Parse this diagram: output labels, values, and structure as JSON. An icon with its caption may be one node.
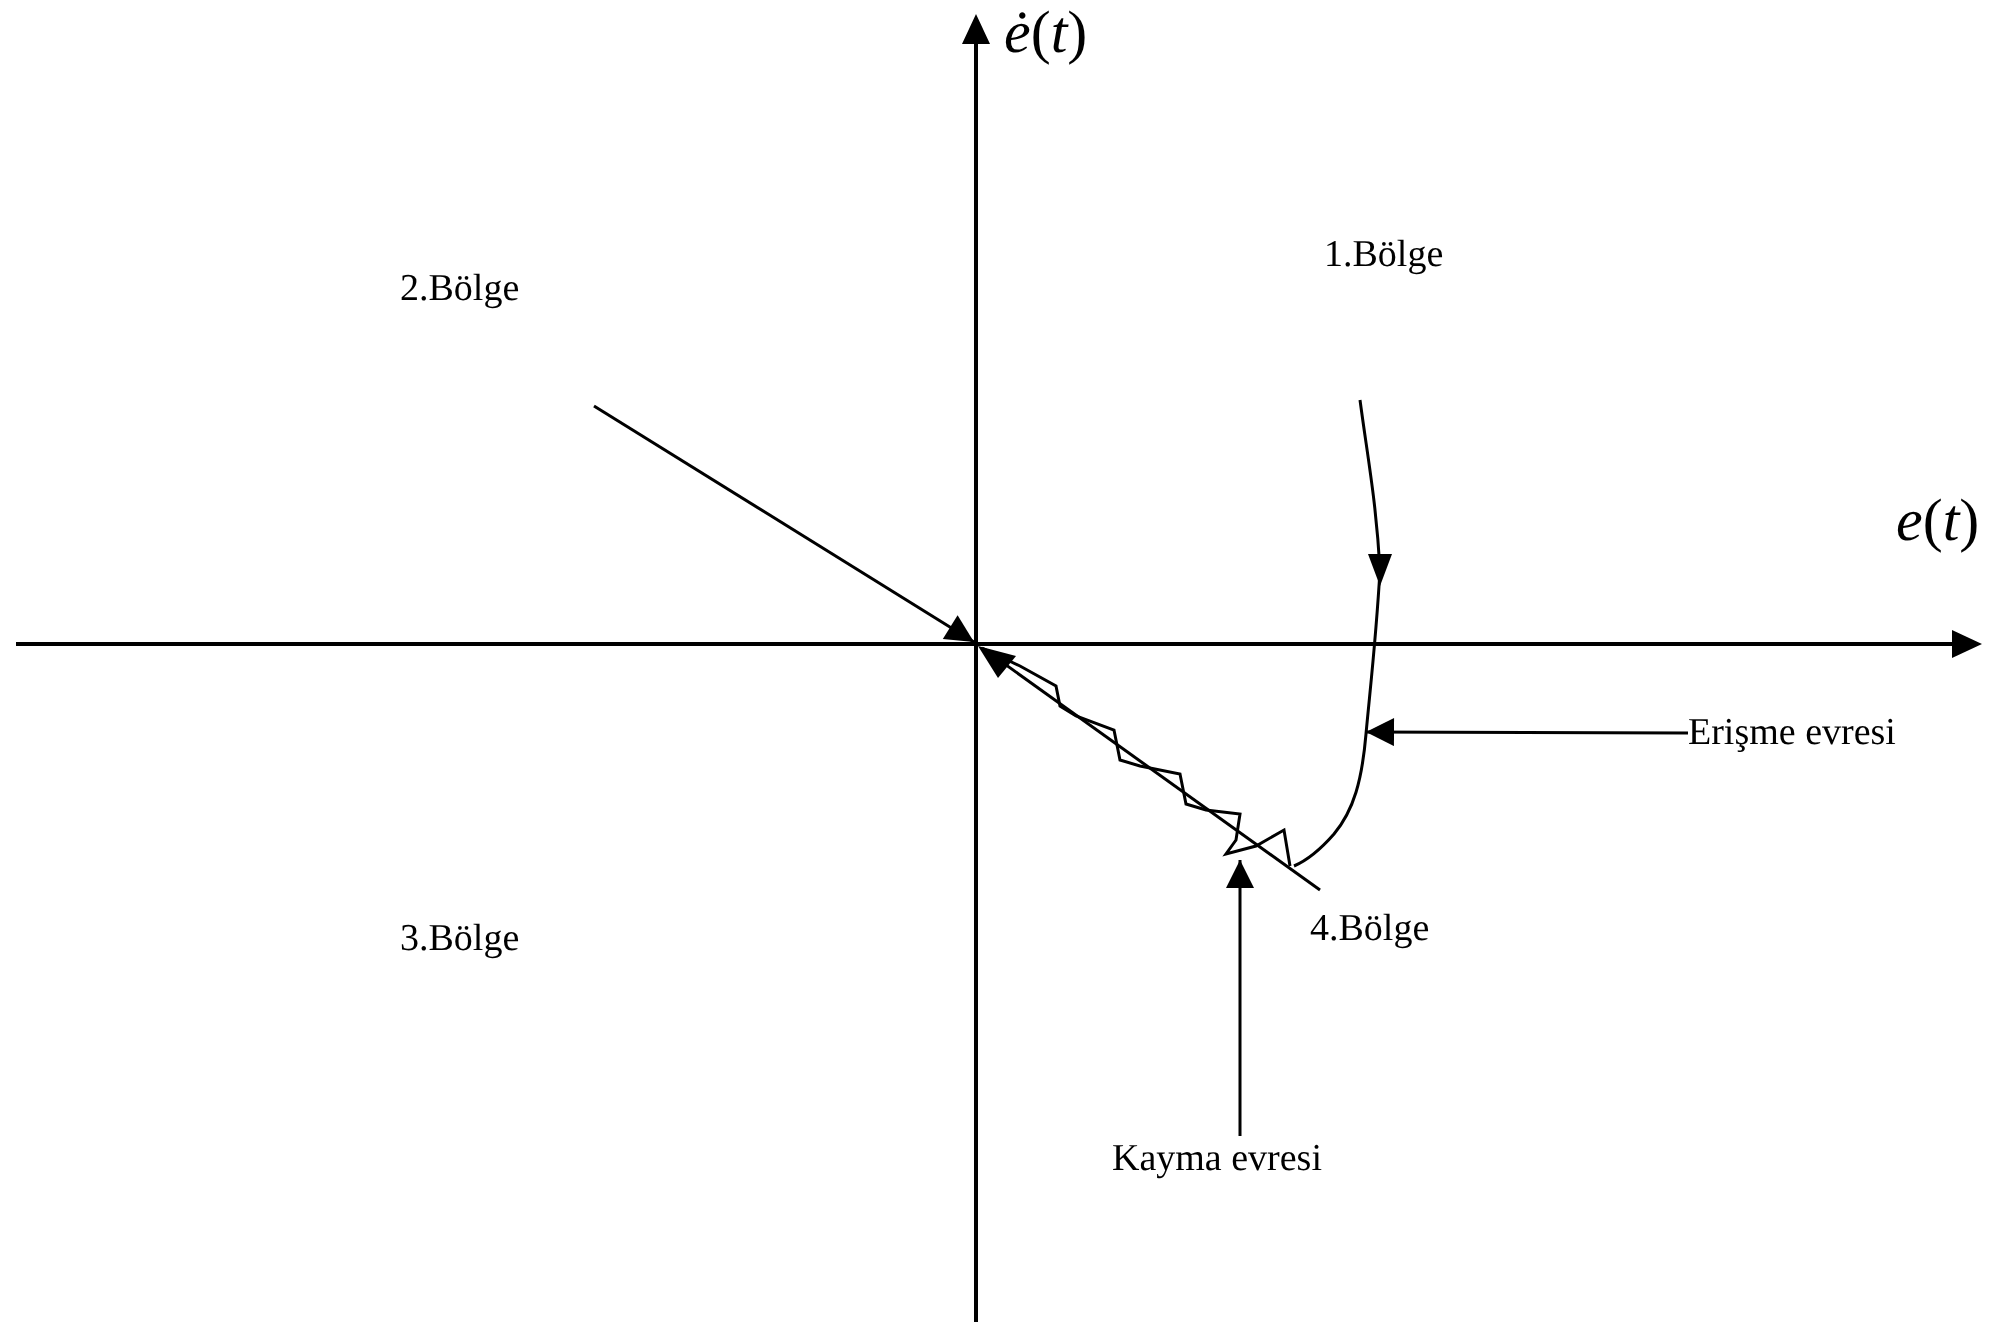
{
  "diagram": {
    "nodes": [
      {
        "text": [
          "Erişme evresi"
        ]
      },
      {
        "text": [
          "Kayma evresi"
        ]
      },
      {
        "text": [],
        "shape": "curve"
      },
      {
        "text": [],
        "shape": "curve"
      }
    ],
    "edges": [
      {
        "from": 0,
        "to": 2,
        "arrow": "to"
      },
      {
        "from": 1,
        "to": 3,
        "arrow": "to"
      }
    ],
    "labels": [
      "*ė*(*t*)",
      "1.Bölge",
      "2.Bölge",
      "*e*(*t*)",
      "3.Bölge",
      "4.Bölge"
    ]
  }
}
